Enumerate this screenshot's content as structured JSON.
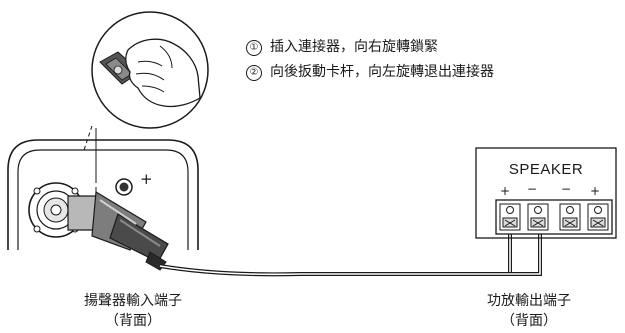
{
  "instructions": [
    {
      "number": "①",
      "text": "插入連接器，向右旋轉鎖緊"
    },
    {
      "number": "②",
      "text": "向後扳動卡杆，向左旋轉退出連接器"
    }
  ],
  "speaker_input": {
    "caption_line1": "揚聲器輸入端子",
    "caption_line2": "（背面）",
    "polarity_mark": "+"
  },
  "amplifier": {
    "panel_label": "SPEAKER",
    "terminal_marks": [
      "+",
      "−",
      "−",
      "+"
    ],
    "caption_line1": "功放輸出端子",
    "caption_line2": "（背面）"
  },
  "colors": {
    "line": "#1a1a1a",
    "plug_body": "#7d7d7d",
    "plug_dark": "#4a4a4a",
    "cable": "#1a1a1a"
  }
}
